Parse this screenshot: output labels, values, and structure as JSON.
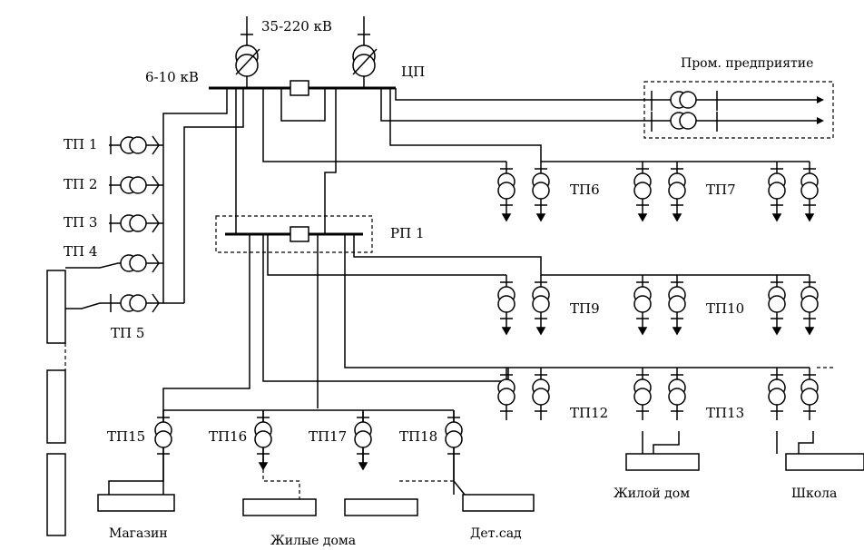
{
  "labels": {
    "hv_voltage": "35-220 кВ",
    "mv_voltage": "6-10 кВ",
    "cp": "ЦП",
    "prom": "Пром. предприятие",
    "rp1": "РП 1",
    "tp1": "ТП 1",
    "tp2": "ТП 2",
    "tp3": "ТП 3",
    "tp4": "ТП 4",
    "tp5": "ТП 5",
    "tp6": "ТП6",
    "tp7": "ТП7",
    "tp9": "ТП9",
    "tp10": "ТП10",
    "tp12": "ТП12",
    "tp13": "ТП13",
    "tp15": "ТП15",
    "tp16": "ТП16",
    "tp17": "ТП17",
    "tp18": "ТП18",
    "magazin": "Магазин",
    "zhilye_doma": "Жилые дома",
    "detsad": "Дет.сад",
    "zhiloy_dom": "Жилой дом",
    "shkola": "Школа"
  }
}
